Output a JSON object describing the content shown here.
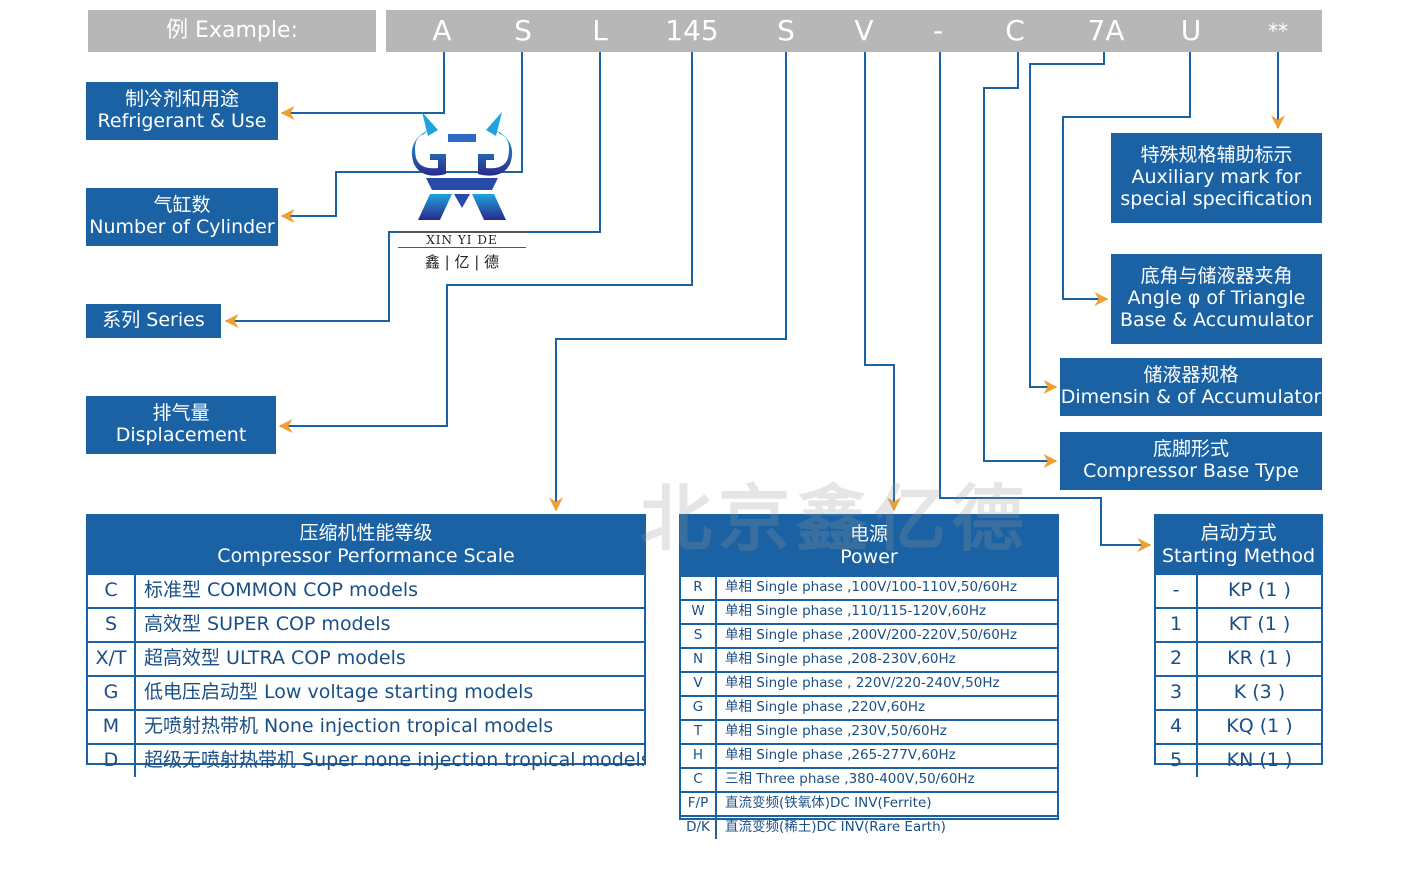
{
  "example_label": "例 Example:",
  "code": [
    "A",
    "S",
    "L",
    "145",
    "S",
    "V",
    "-",
    "C",
    "7A",
    "U",
    "**"
  ],
  "left_boxes": [
    {
      "cn": "制冷剂和用途",
      "en": "Refrigerant & Use"
    },
    {
      "cn": "气缸数",
      "en": "Number of Cylinder"
    },
    {
      "cn": "",
      "en": "系列 Series"
    },
    {
      "cn": "排气量",
      "en": "Displacement"
    }
  ],
  "right_boxes": [
    {
      "cn": "特殊规格辅助标示",
      "en1": "Auxiliary mark for",
      "en2": "special specification"
    },
    {
      "cn": "底角与储液器夹角",
      "en1": "Angle φ of Triangle",
      "en2": "Base & Accumulator"
    },
    {
      "cn": "储液器规格",
      "en1": "Dimensin & of Accumulator",
      "en2": ""
    },
    {
      "cn": "底脚形式",
      "en1": "Compressor Base Type",
      "en2": ""
    }
  ],
  "logo": {
    "brand": "XIN YI DE",
    "cn": "鑫 | 亿 | 德"
  },
  "watermark": "北京鑫亿德",
  "performance": {
    "title_cn": "压缩机性能等级",
    "title_en": "Compressor Performance Scale",
    "rows": [
      {
        "k": "C",
        "v": "标准型 COMMON COP models"
      },
      {
        "k": "S",
        "v": "高效型 SUPER COP models"
      },
      {
        "k": "X/T",
        "v": "超高效型 ULTRA COP models"
      },
      {
        "k": "G",
        "v": "低电压启动型 Low voltage starting models"
      },
      {
        "k": "M",
        "v": "无喷射热带机 None injection tropical models"
      },
      {
        "k": "D",
        "v": "超级无喷射热带机 Super none injection tropical models"
      }
    ]
  },
  "power": {
    "title_cn": "电源",
    "title_en": "Power",
    "rows": [
      {
        "k": "R",
        "v": "单相 Single phase ,100V/100-110V,50/60Hz"
      },
      {
        "k": "W",
        "v": "单相 Single phase ,110/115-120V,60Hz"
      },
      {
        "k": "S",
        "v": "单相 Single phase ,200V/200-220V,50/60Hz"
      },
      {
        "k": "N",
        "v": "单相 Single phase ,208-230V,60Hz"
      },
      {
        "k": "V",
        "v": "单相 Single phase , 220V/220-240V,50Hz"
      },
      {
        "k": "G",
        "v": "单相 Single phase ,220V,60Hz"
      },
      {
        "k": "T",
        "v": "单相 Single phase ,230V,50/60Hz"
      },
      {
        "k": "H",
        "v": "单相 Single phase ,265-277V,60Hz"
      },
      {
        "k": "C",
        "v": "三相 Three phase ,380-400V,50/60Hz"
      },
      {
        "k": "F/P",
        "v": "直流变频(铁氧体)DC INV(Ferrite)"
      },
      {
        "k": "D/K",
        "v": "直流变频(稀土)DC INV(Rare Earth)"
      }
    ]
  },
  "starting": {
    "title_cn": "启动方式",
    "title_en": "Starting Method",
    "rows": [
      {
        "k": "-",
        "v": "KP  (1 )"
      },
      {
        "k": "1",
        "v": "KT  (1 )"
      },
      {
        "k": "2",
        "v": "KR  (1 )"
      },
      {
        "k": "3",
        "v": "K    (3 )"
      },
      {
        "k": "4",
        "v": "KQ  (1 )"
      },
      {
        "k": "5",
        "v": "KN  (1 )"
      }
    ]
  },
  "colors": {
    "blue": "#1a62a3",
    "arrow": "#f0a030",
    "line": "#1a62a3",
    "grey": "#b7b7b7"
  }
}
